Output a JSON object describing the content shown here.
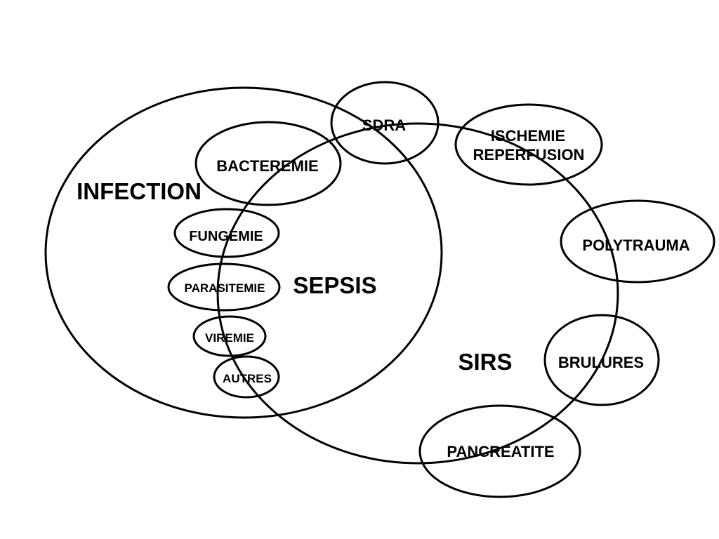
{
  "diagram": {
    "background_color": "#ffffff",
    "stroke_color": "#000000",
    "text_color": "#000000",
    "regions": {
      "infection": {
        "label": "INFECTION"
      },
      "sepsis": {
        "label": "SEPSIS"
      },
      "sirs": {
        "label": "SIRS"
      }
    },
    "nodes": {
      "sdra": {
        "label": "SDRA"
      },
      "ischemie_reperfusion": {
        "line1": "ISCHEMIE",
        "line2": "REPERFUSION"
      },
      "bacteremie": {
        "label": "BACTEREMIE"
      },
      "fungemie": {
        "label": "FUNGEMIE"
      },
      "parasitemie": {
        "label": "PARASITEMIE"
      },
      "viremie": {
        "label": "VIREMIE"
      },
      "autres": {
        "label": "AUTRES"
      },
      "polytrauma": {
        "label": "POLYTRAUMA"
      },
      "brulures": {
        "label": "BRULURES"
      },
      "pancreatite": {
        "label": "PANCREATITE"
      }
    }
  }
}
